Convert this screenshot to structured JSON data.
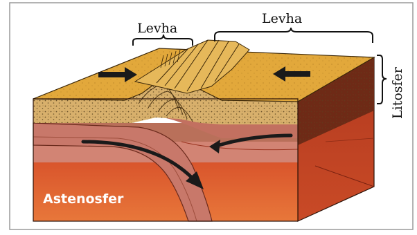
{
  "labels": {
    "plate_left": "Levha",
    "plate_right": "Levha",
    "lithosphere": "Litosfer",
    "asthenosphere": "Astenosfer"
  },
  "colors": {
    "top_surface": "#e3aa3c",
    "crust_section": "#d6ac66",
    "lithosphere_band": "#d4897a",
    "asthenosphere": "#e36a33",
    "right_face_crust": "#7a2f1a",
    "right_face_lower": "#a8301d",
    "arrow": "#1a1a1a",
    "frame": "#9a9a9a"
  },
  "icons": {
    "plate_motion_left": "arrow-right-icon",
    "plate_motion_right": "arrow-left-icon",
    "mantle_flow": "curved-arrow-icon"
  }
}
